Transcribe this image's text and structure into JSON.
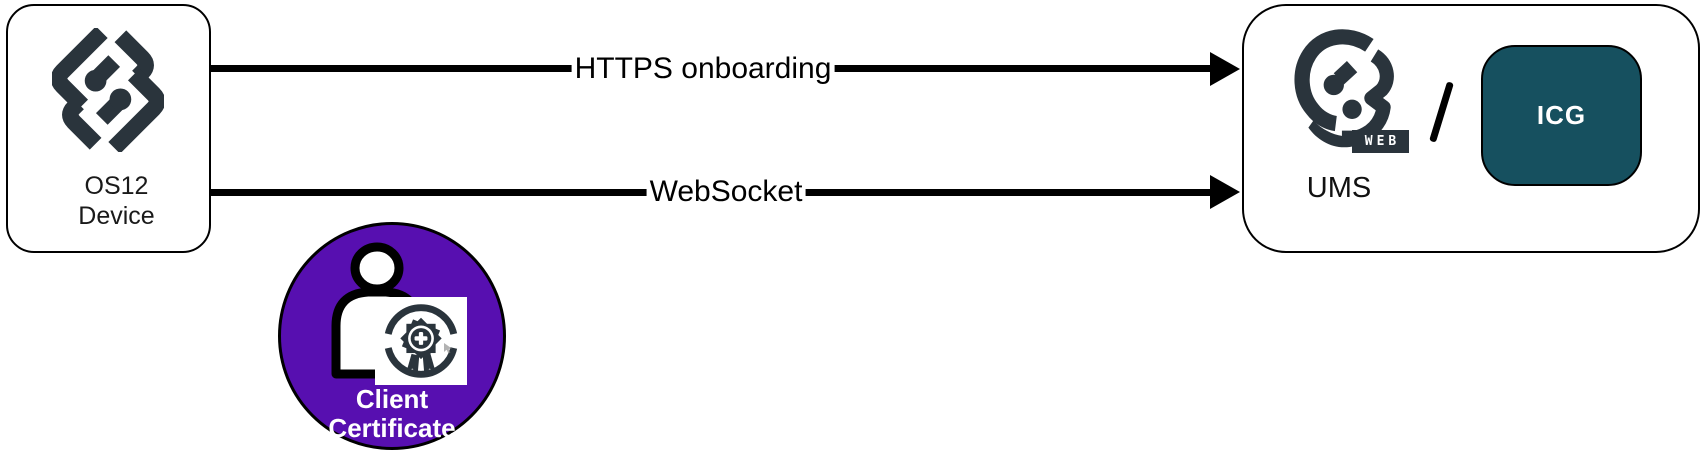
{
  "colors": {
    "charcoal": "#2A343C",
    "purple": "#570FB0",
    "teal": "#16505F",
    "black": "#000000",
    "white": "#FFFFFF"
  },
  "device_box": {
    "icon": "igel-logo",
    "label_line1": "OS12",
    "label_line2": "Device"
  },
  "arrows": [
    {
      "label": "HTTPS onboarding",
      "direction": "right"
    },
    {
      "label": "WebSocket",
      "direction": "right"
    }
  ],
  "server_box": {
    "icon": "igel-ums-web-logo",
    "logo_badge": "WEB",
    "logo_caption": "UMS",
    "separator": "/",
    "icg_label": "ICG"
  },
  "certificate": {
    "icon": "person-certificate",
    "label_line1": "Client",
    "label_line2": "Certificate"
  }
}
